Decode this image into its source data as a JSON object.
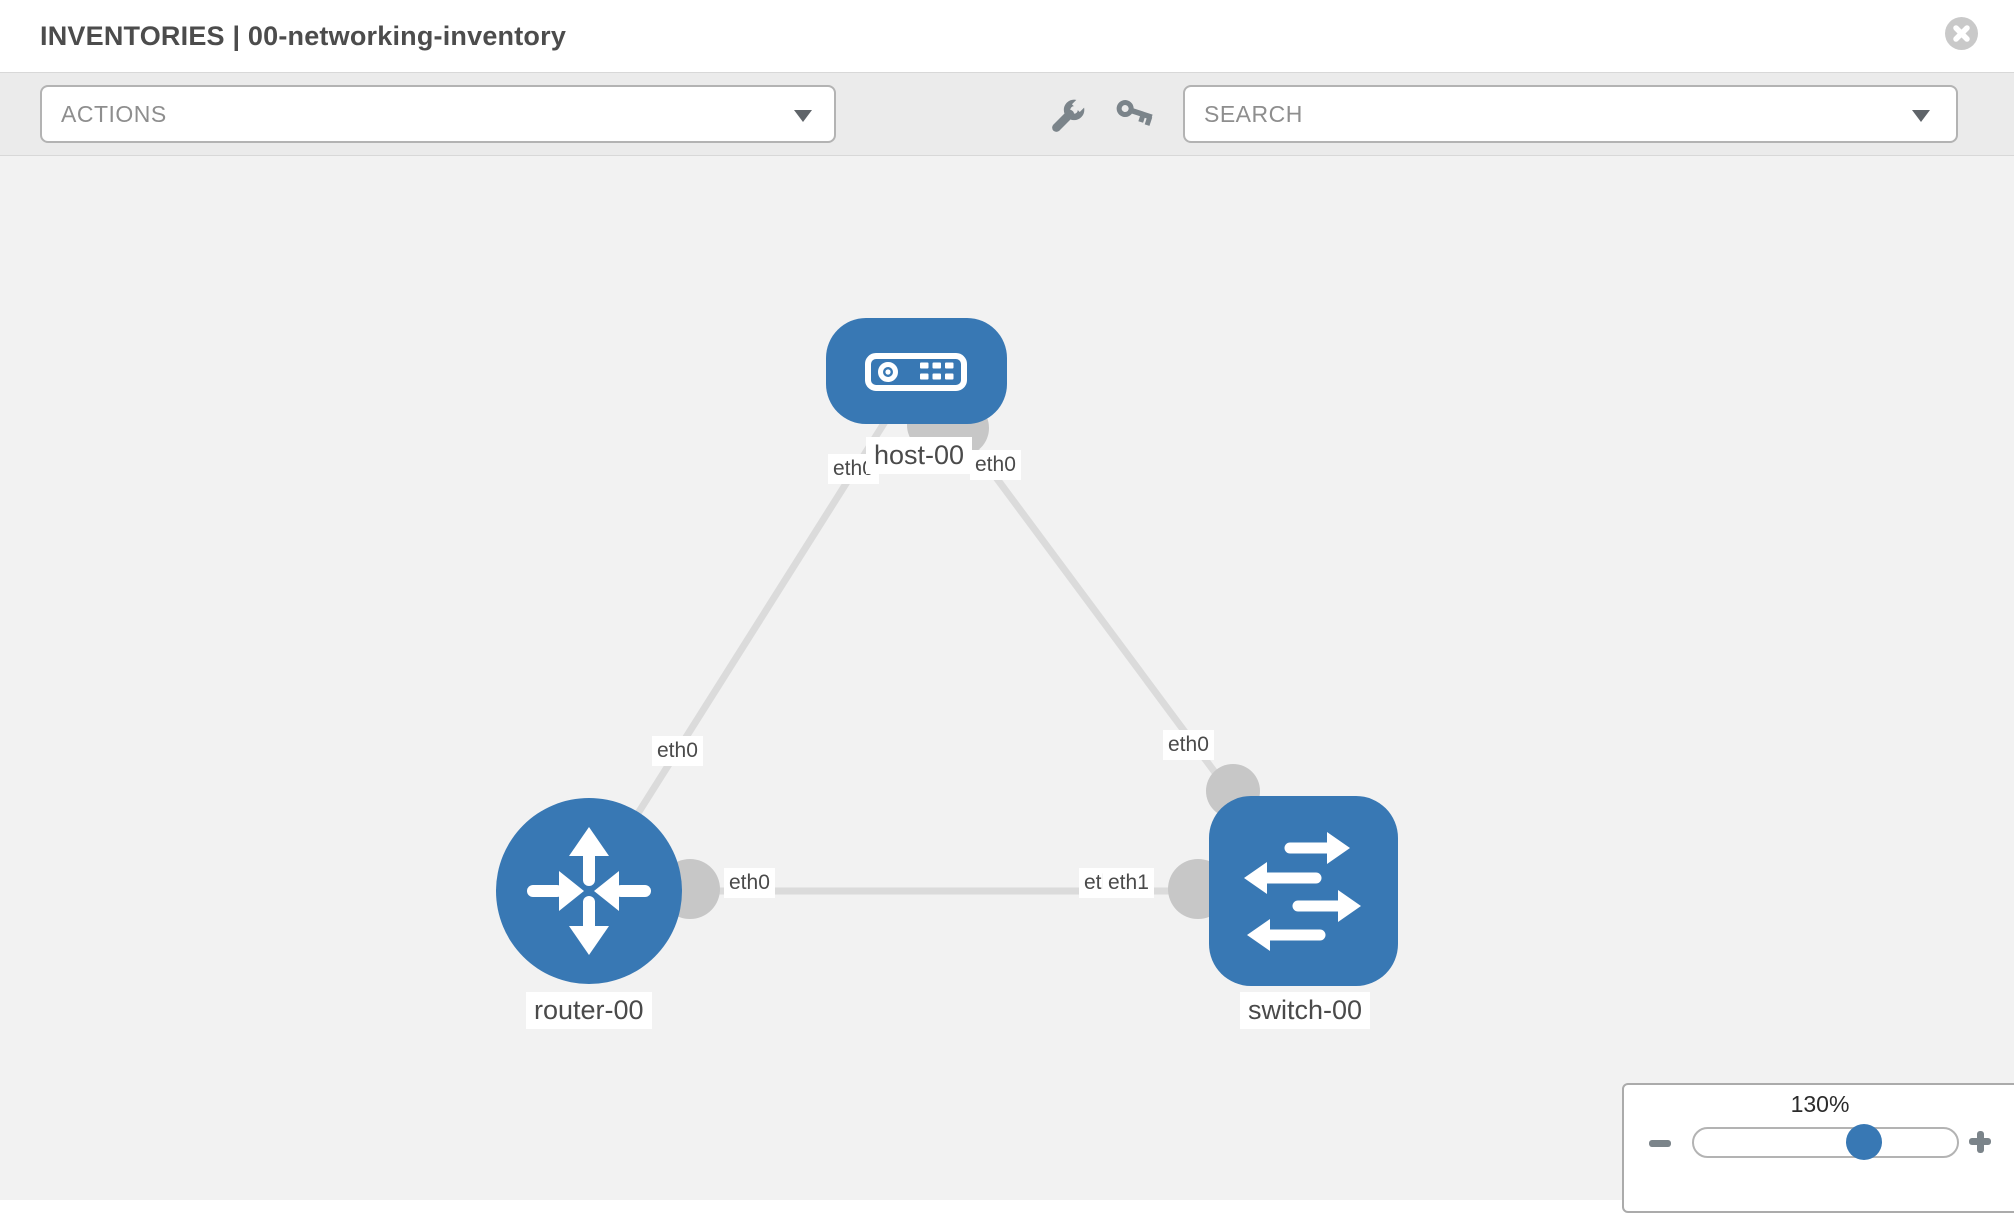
{
  "header": {
    "title": "INVENTORIES | 00-networking-inventory"
  },
  "toolbar": {
    "actions_dropdown": {
      "label": "ACTIONS"
    },
    "search_dropdown": {
      "label": "SEARCH"
    },
    "tools": [
      "wrench",
      "key"
    ]
  },
  "topology": {
    "nodes": [
      {
        "id": "host-00",
        "type": "host",
        "label": "host-00"
      },
      {
        "id": "router-00",
        "type": "router",
        "label": "router-00"
      },
      {
        "id": "switch-00",
        "type": "switch",
        "label": "switch-00"
      }
    ],
    "links": [
      {
        "from": "host-00",
        "from_interface": "eth0",
        "to": "router-00",
        "to_interface": "eth0"
      },
      {
        "from": "host-00",
        "from_interface": "eth0",
        "to": "switch-00",
        "to_interface": "eth0"
      },
      {
        "from": "router-00",
        "from_interface": "eth0",
        "to": "switch-00",
        "to_interface": "eth1",
        "occluded_label": "eth0"
      }
    ]
  },
  "zoom_control": {
    "value": "130%"
  },
  "colors": {
    "node_blue": "#3878b4",
    "edge_gray": "#dbdbdb",
    "endpoint_gray": "#c7c7c7",
    "toolbar_gray": "#ebebeb",
    "canvas_gray": "#f2f2f2"
  }
}
